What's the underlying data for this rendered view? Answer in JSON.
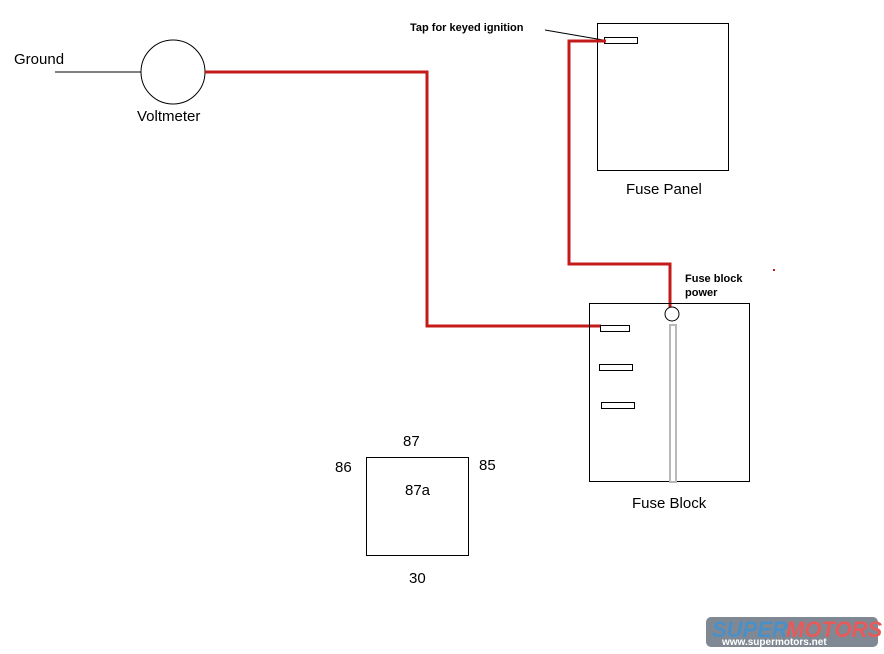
{
  "labels": {
    "ground": "Ground",
    "voltmeter": "Voltmeter",
    "tap": "Tap for keyed ignition",
    "fuse_panel": "Fuse Panel",
    "fuse_block_power_line1": "Fuse block",
    "fuse_block_power_line2": "power",
    "fuse_block": "Fuse Block"
  },
  "relay": {
    "pin_87": "87",
    "pin_86": "86",
    "pin_85": "85",
    "pin_87a": "87a",
    "pin_30": "30"
  },
  "watermark": {
    "brand_part1": "SUPER",
    "brand_part2": "MOTORS",
    "url": "www.supermotors.net"
  },
  "colors": {
    "wire": "#c41a1a",
    "outline": "#000000",
    "bus": "#b8b8b8"
  }
}
